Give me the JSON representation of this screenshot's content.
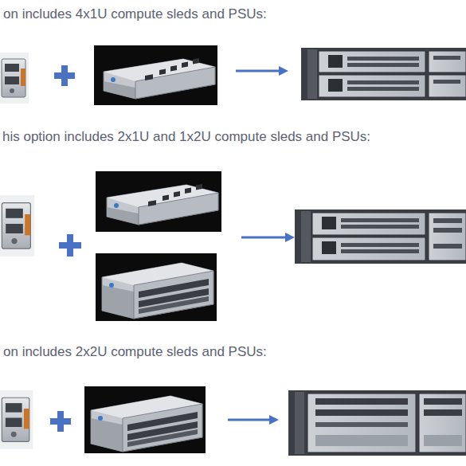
{
  "diagram": {
    "labels": [
      "on includes 4x1U compute sleds and PSUs:",
      "his option includes 2x1U and 1x2U compute sleds and PSUs:",
      "on includes 2x2U compute sleds and PSUs:"
    ]
  }
}
